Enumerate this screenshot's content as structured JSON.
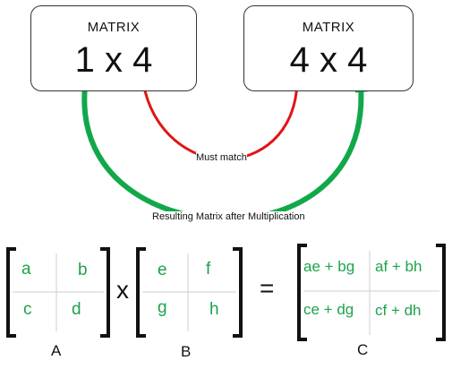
{
  "left_box": {
    "title": "MATRIX",
    "dims": "1 x 4"
  },
  "right_box": {
    "title": "MATRIX",
    "dims": "4 x 4"
  },
  "arrows": {
    "inner_label": "Must match",
    "outer_label": "Resulting Matrix after Multiplication",
    "inner_color": "#e01515",
    "outer_color": "#12a84a"
  },
  "matrices": {
    "A": {
      "name": "A",
      "cells": [
        "a",
        "b",
        "c",
        "d"
      ]
    },
    "B": {
      "name": "B",
      "cells": [
        "e",
        "f",
        "g",
        "h"
      ]
    },
    "C": {
      "name": "C",
      "cells": [
        "ae + bg",
        "af + bh",
        "ce + dg",
        "cf + dh"
      ]
    }
  },
  "operators": {
    "multiply": "x",
    "equals": "="
  },
  "colors": {
    "cell_text": "#1ea34a",
    "grid": "#cfcfcf",
    "bracket": "#111111"
  }
}
